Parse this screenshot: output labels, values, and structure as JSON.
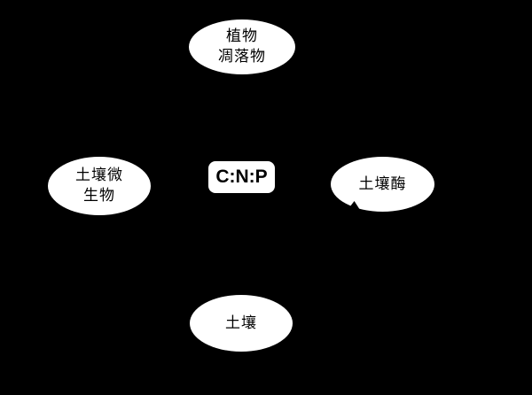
{
  "colors": {
    "background": "#000000",
    "node_fill": "#ffffff",
    "text": "#000000"
  },
  "diagram": {
    "center_box": {
      "label": "C:N:P"
    },
    "nodes": [
      {
        "id": "plant-litter",
        "lines": [
          "植物",
          "凋落物"
        ]
      },
      {
        "id": "soil-microbes",
        "lines": [
          "土壤微",
          "生物"
        ]
      },
      {
        "id": "soil-enzyme",
        "lines": [
          "土壤酶"
        ]
      },
      {
        "id": "soil",
        "lines": [
          "土壤"
        ]
      }
    ]
  }
}
